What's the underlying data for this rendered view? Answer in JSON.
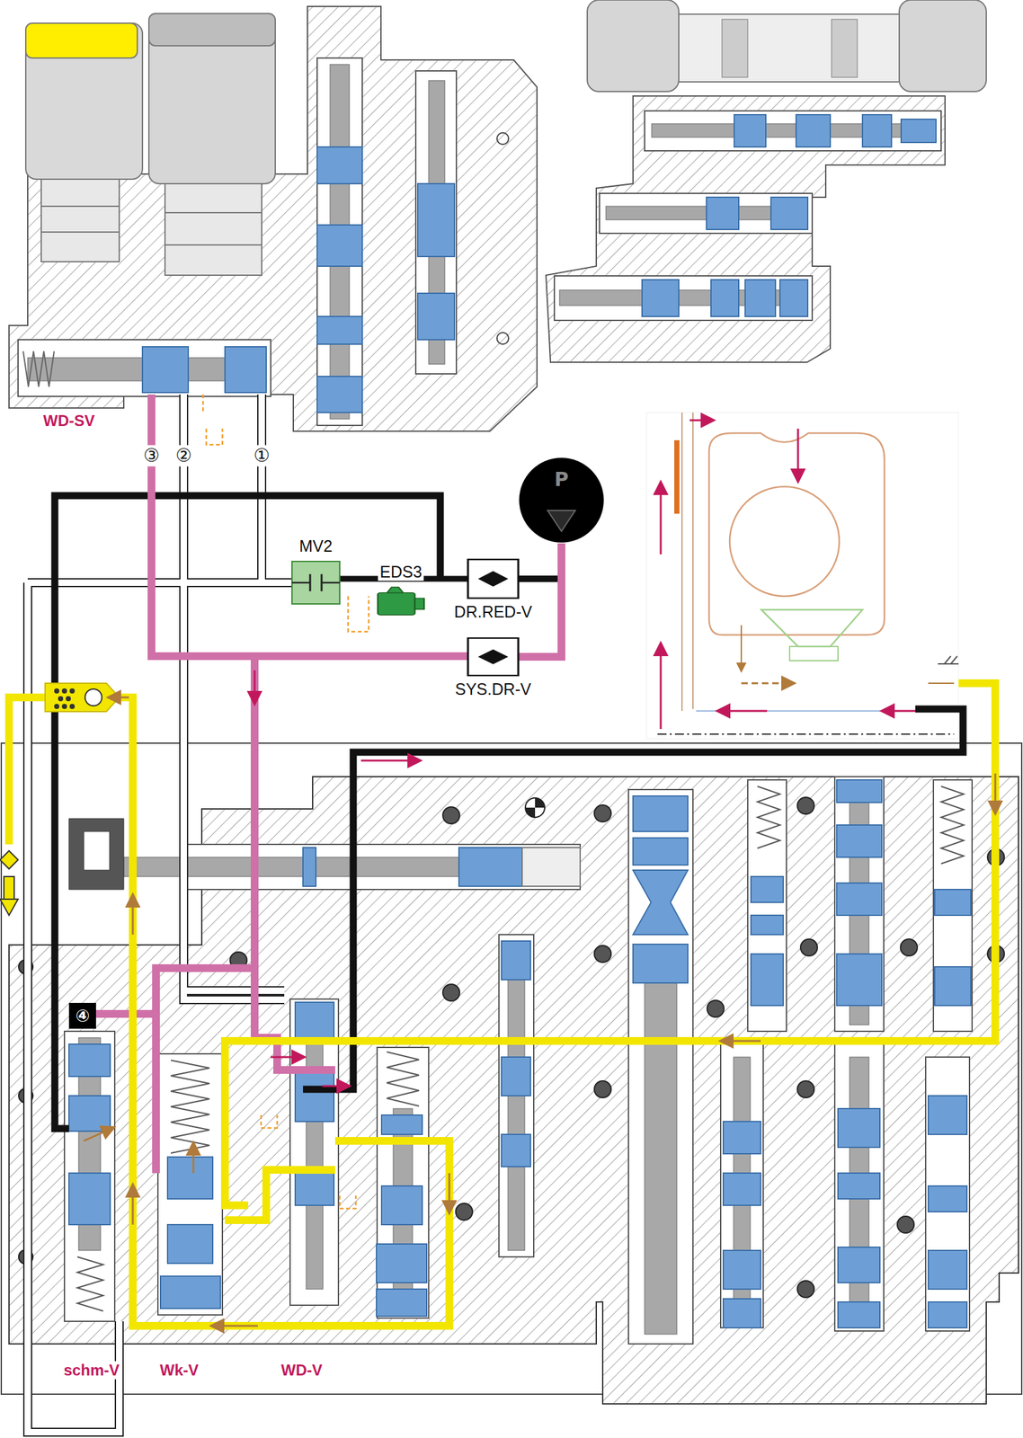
{
  "diagram": {
    "nodes": [
      {
        "text": [
          "P"
        ]
      },
      {
        "text": [
          "MV2"
        ]
      },
      {
        "text": [
          "EDS3"
        ]
      },
      {
        "text": [
          "DR.RED-V"
        ]
      },
      {
        "text": [
          "SYS.DR-V"
        ]
      },
      {
        "text": [
          "④"
        ]
      }
    ],
    "edges": [
      {
        "from": 0,
        "to": 3,
        "arrow": "none"
      },
      {
        "from": 0,
        "to": 4,
        "arrow": "none"
      },
      {
        "from": 3,
        "to": 1,
        "arrow": "none"
      }
    ],
    "labels": [
      "WD-SV",
      "③",
      "②",
      "①",
      "schm-V",
      "Wk-V",
      "WD-V"
    ]
  }
}
